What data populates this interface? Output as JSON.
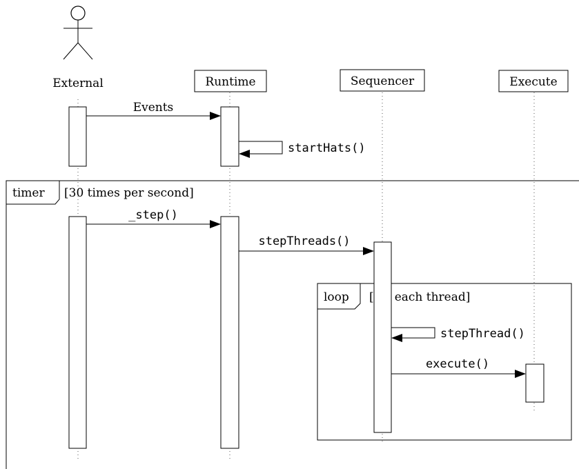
{
  "actor": {
    "label": "External"
  },
  "participants": {
    "runtime": "Runtime",
    "sequencer": "Sequencer",
    "execute": "Execute"
  },
  "messages": {
    "events": "Events",
    "start_hats": "startHats()",
    "step": "_step()",
    "step_threads": "stepThreads()",
    "step_thread": "stepThread()",
    "execute": "execute()"
  },
  "fragments": {
    "timer": {
      "keyword": "timer",
      "guard": "[30 times per second]"
    },
    "loop": {
      "keyword": "loop",
      "guard": "[for each thread]"
    }
  }
}
